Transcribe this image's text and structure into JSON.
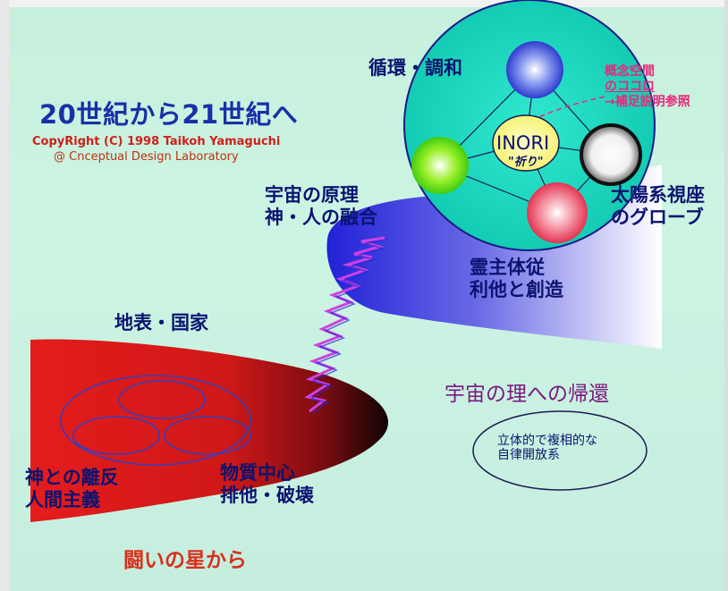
{
  "title": "20世紀から21世紀へ",
  "copyright": {
    "line1": "CopyRight (C) 1998 Taikoh Yamaguchi",
    "line2": "@ Cnceptual Design Laboratory"
  },
  "labels": {
    "junkan": "循環・調和",
    "uchu_line1": "宇宙の原理",
    "uchu_line2": "神・人の融合",
    "taiyo_line1": "太陽系視座",
    "taiyo_line2": "のグローブ",
    "reishu_line1": "霊主体従",
    "reishu_line2": "利他と創造",
    "chihyo": "地表・国家",
    "kami_line1": "神との離反",
    "kami_line2": "人間主義",
    "busshitsu_line1": "物質中心",
    "busshitsu_line2": "排他・破壊",
    "kikan": "宇宙の理への帰還",
    "rittai_line1": "立体的で複相的な",
    "rittai_line2": "自律開放系",
    "tatakai": "闘いの星から"
  },
  "note": {
    "line1": "概念空間",
    "line2": "のココロ",
    "line3": "→補足説明参照"
  },
  "inori": {
    "text": "INORI",
    "subtext": "\"祈り\""
  },
  "colors": {
    "background": "#c8f2df",
    "globe": "#22d8c0",
    "label_navy": "#0a1470",
    "title_blue": "#1a2fa8",
    "note_pink": "#e8287a",
    "red_shape": "#e02020",
    "blue_shape": "#2a2ad8",
    "zigzag": "#d040e0"
  }
}
